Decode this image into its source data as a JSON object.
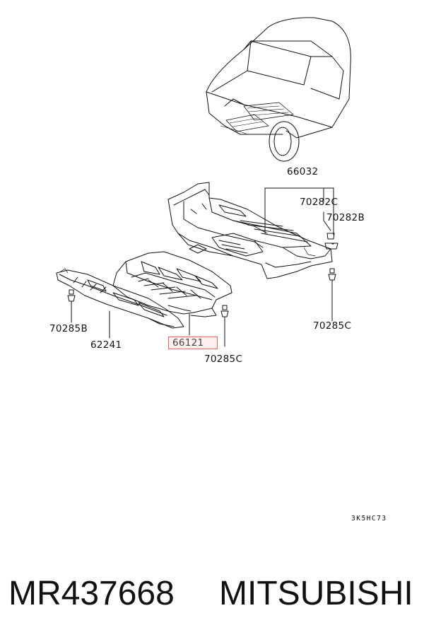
{
  "labels": {
    "p66032": "66032",
    "p70282c": "70282C",
    "p70282b": "70282B",
    "p70285c_right": "70285C",
    "p70285b": "70285B",
    "p62241": "62241",
    "p66121": "66121",
    "p70285c_bottom": "70285C"
  },
  "diagram_code": "3K5HC73",
  "footer": {
    "part_number": "MR437668",
    "brand": "MITSUBISHI"
  },
  "colors": {
    "line": "#111111",
    "highlight": "#e26565"
  }
}
